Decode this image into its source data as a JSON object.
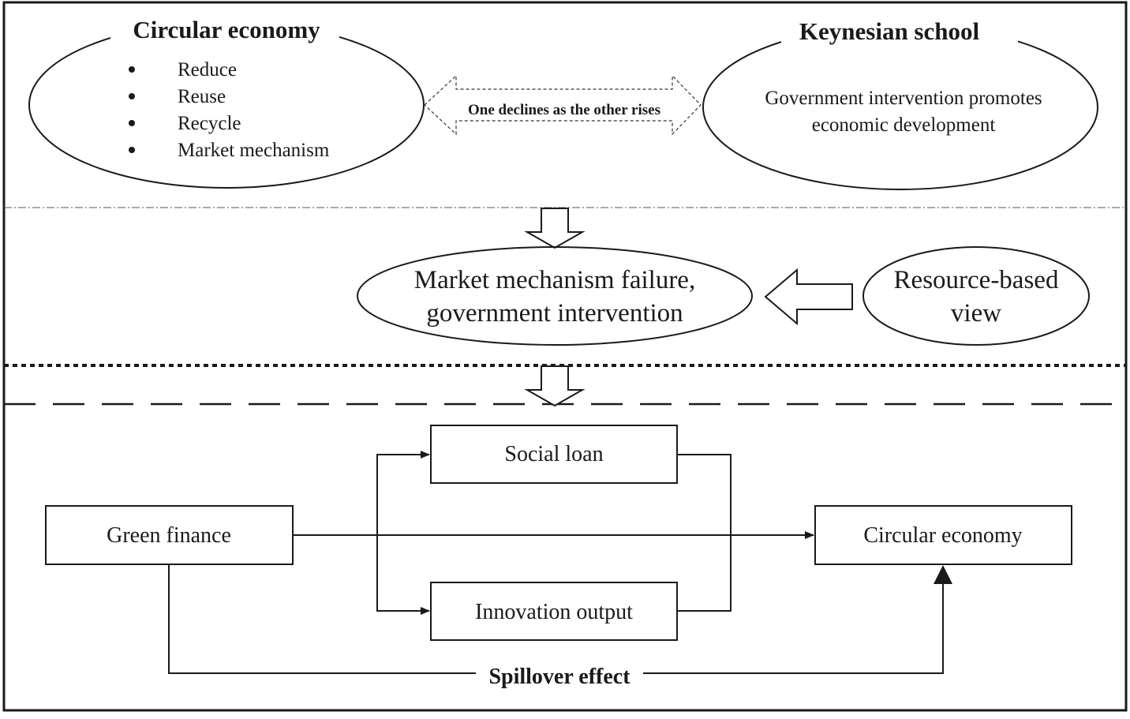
{
  "top": {
    "circular": {
      "title": "Circular economy",
      "bullets": [
        "Reduce",
        "Reuse",
        "Recycle",
        "Market mechanism"
      ]
    },
    "keynesian": {
      "title": "Keynesian school",
      "lines": [
        "Government intervention promotes",
        "economic development"
      ]
    },
    "relation_label": "One declines as the other rises"
  },
  "middle": {
    "market_failure": [
      "Market mechanism failure,",
      "government intervention"
    ],
    "resource_view": [
      "Resource-based",
      "view"
    ]
  },
  "bottom": {
    "green_finance": "Green finance",
    "social_loan": "Social loan",
    "innovation_output": "Innovation output",
    "circular_economy": "Circular economy",
    "spillover": "Spillover effect"
  }
}
